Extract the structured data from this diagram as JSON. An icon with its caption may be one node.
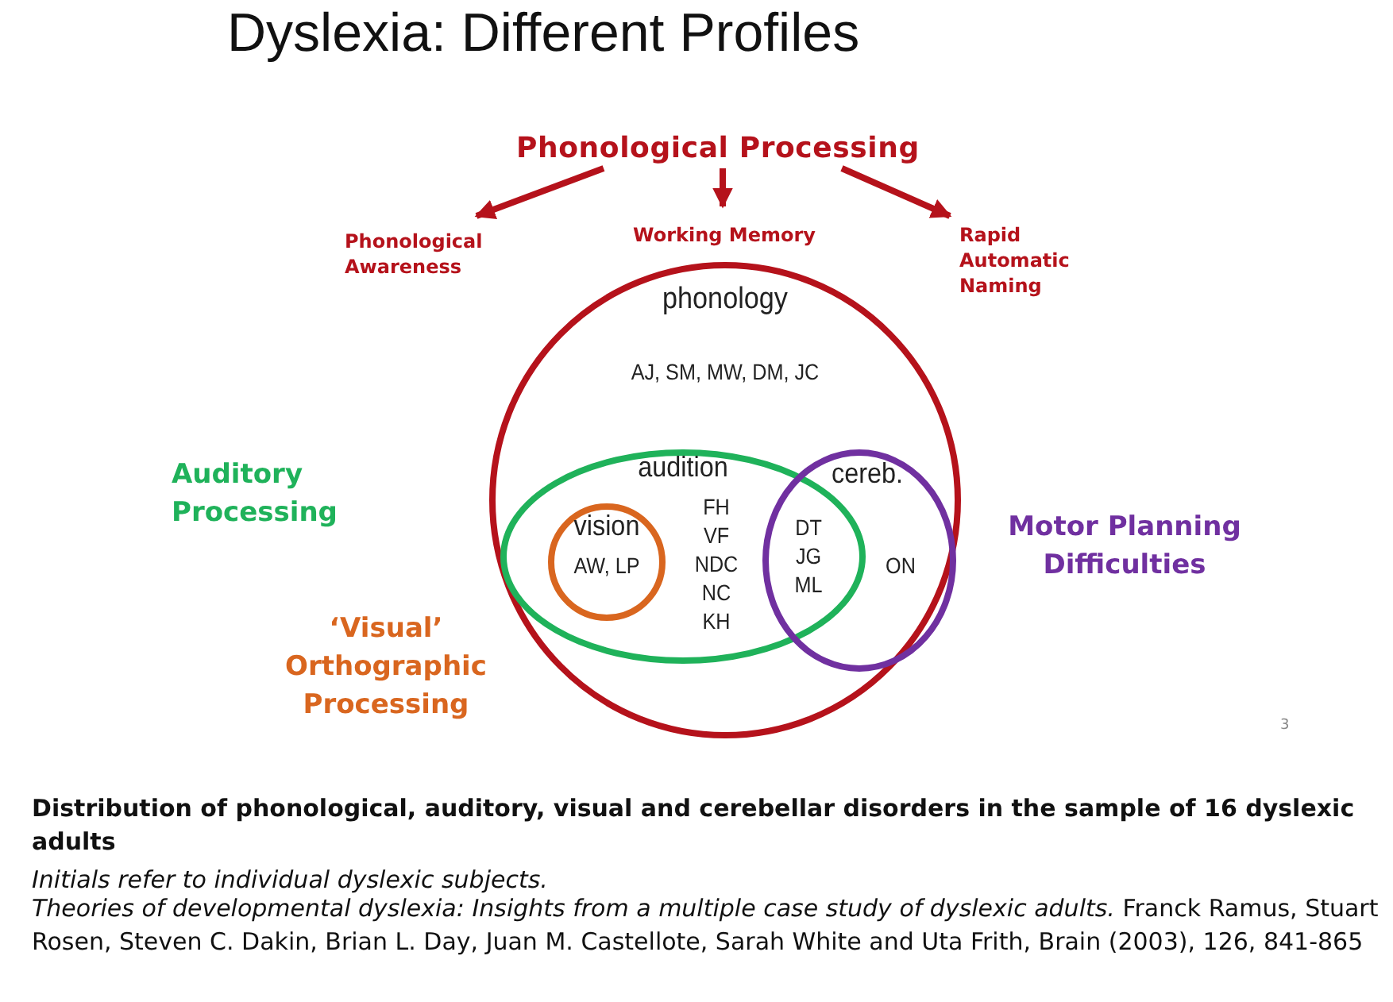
{
  "diagram": {
    "title": "Dyslexia: Different Profiles",
    "caption": "Distribution of phonological, auditory, visual and cerebellar disorders in the sample of 16 dyslexic adults",
    "nodes": [
      {
        "text": [
          "Phonological Processing"
        ]
      },
      {
        "text": [
          "Phonological Awareness"
        ]
      },
      {
        "text": [
          "Working Memory"
        ]
      },
      {
        "text": [
          "Rapid Automatic Naming"
        ]
      },
      {
        "text": [
          "phonology",
          "AJ, SM, MW, DM, JC"
        ]
      },
      {
        "text": [
          "audition",
          "FH VF NDC NC KH"
        ],
        "in": 4
      },
      {
        "text": [
          "vision",
          "AW, LP"
        ],
        "in": 5
      },
      {
        "text": [
          "cereb.",
          "DT JG ML",
          "ON"
        ],
        "in": 4
      }
    ],
    "edges": [
      {
        "from": 0,
        "to": 1,
        "arrow": "to"
      },
      {
        "from": 0,
        "to": 2,
        "arrow": "to"
      },
      {
        "from": 0,
        "to": 3,
        "arrow": "to"
      }
    ],
    "labels": [
      "Auditory Processing",
      "Motor Planning Difficulties",
      "‘Visual’ Orthographic Processing",
      "3",
      "Initials refer to individual dyslexic subjects.",
      "*Theories of developmental dyslexia: Insights from a multiple case study of dyslexic adults.* Franck Ramus, Stuart Rosen, Steven C. Dakin, Brian L. Day, Juan M. Castellote, Sarah White and Uta Frith, Brain (2003), 126, 841-865"
    ]
  }
}
